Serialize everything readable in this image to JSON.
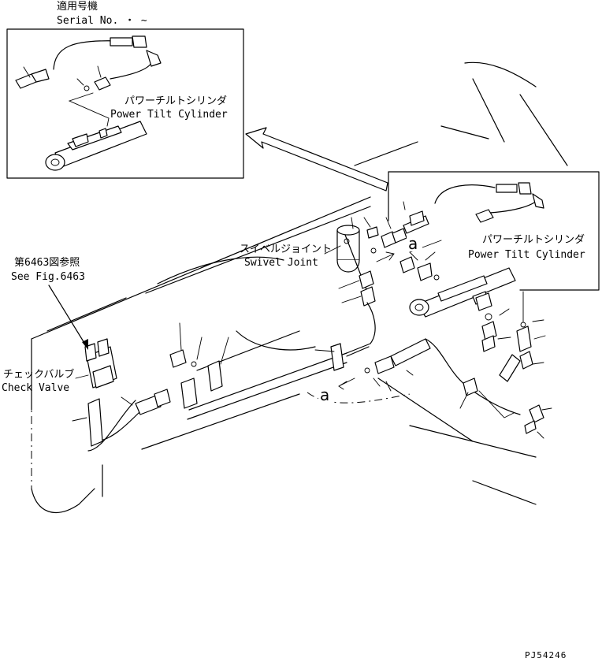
{
  "header": {
    "applicable_label": "適用号機",
    "serial_label": "Serial No.  ・ ~"
  },
  "labels": {
    "inset_cylinder_ja": "パワーチルトシリンダ",
    "inset_cylinder_en": "Power Tilt Cylinder",
    "main_cylinder_ja": "パワーチルトシリンダ",
    "main_cylinder_en": "Power Tilt Cylinder",
    "swivel_ja": "スイベルジョイント",
    "swivel_en": "Swivel Joint",
    "ref_ja": "第6463図参照",
    "ref_en": "See Fig.6463",
    "check_ja": "チェックバルブ",
    "check_en": "Check Valve",
    "point_a_upper": "a",
    "point_a_lower": "a",
    "figure_code": "PJ54246"
  }
}
